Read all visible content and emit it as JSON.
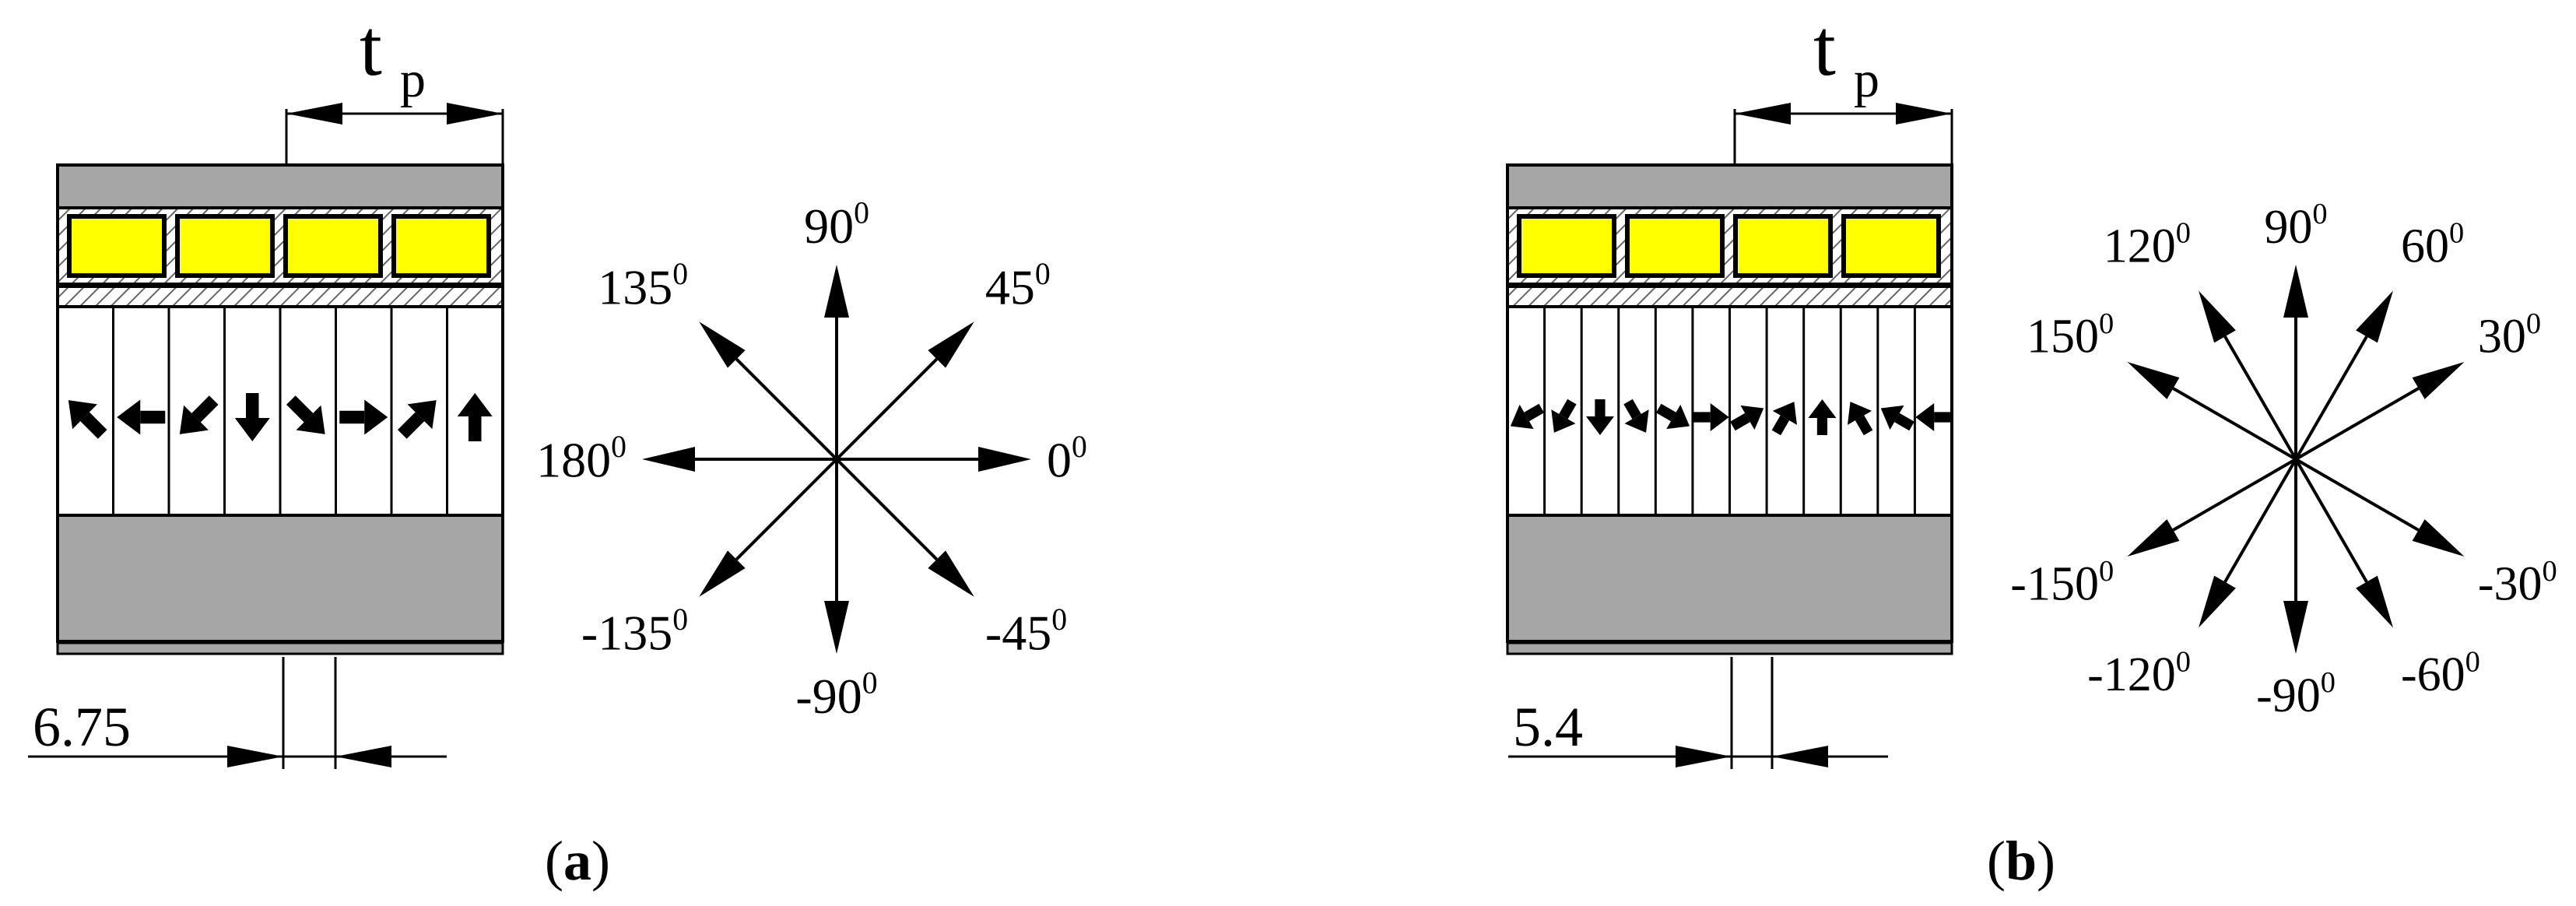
{
  "panels": [
    {
      "id": "a",
      "pitch_symbol": "t",
      "pitch_subscript": "p",
      "dimension": "6.75",
      "caption_letter": "a",
      "magnet_angles": [
        135,
        180,
        -135,
        -90,
        -45,
        0,
        45,
        90
      ],
      "compass_angles": [
        {
          "deg": 90,
          "text": "90",
          "sup": "0"
        },
        {
          "deg": 45,
          "text": "45",
          "sup": "0"
        },
        {
          "deg": 0,
          "text": "0",
          "sup": "0"
        },
        {
          "deg": -45,
          "text": "-45",
          "sup": "0"
        },
        {
          "deg": -90,
          "text": "-90",
          "sup": "0"
        },
        {
          "deg": -135,
          "text": "-135",
          "sup": "0"
        },
        {
          "deg": 180,
          "text": "180",
          "sup": "0"
        },
        {
          "deg": 135,
          "text": "135",
          "sup": "0"
        }
      ]
    },
    {
      "id": "b",
      "pitch_symbol": "t",
      "pitch_subscript": "p",
      "dimension": "5.4",
      "caption_letter": "b",
      "magnet_angles": [
        -150,
        -120,
        -90,
        -60,
        -30,
        0,
        30,
        60,
        90,
        120,
        150,
        180
      ],
      "compass_angles": [
        {
          "deg": 90,
          "text": "90",
          "sup": "0"
        },
        {
          "deg": 60,
          "text": "60",
          "sup": "0"
        },
        {
          "deg": 30,
          "text": "30",
          "sup": "0"
        },
        {
          "deg": -30,
          "text": "-30",
          "sup": "0"
        },
        {
          "deg": -60,
          "text": "-60",
          "sup": "0"
        },
        {
          "deg": -90,
          "text": "-90",
          "sup": "0"
        },
        {
          "deg": -120,
          "text": "-120",
          "sup": "0"
        },
        {
          "deg": -150,
          "text": "-150",
          "sup": "0"
        },
        {
          "deg": 150,
          "text": "150",
          "sup": "0"
        },
        {
          "deg": 120,
          "text": "120",
          "sup": "0"
        }
      ]
    }
  ],
  "colors": {
    "iron": "#a6a6a6",
    "coil": "#ffff00",
    "line": "#000000",
    "background": "#ffffff"
  }
}
